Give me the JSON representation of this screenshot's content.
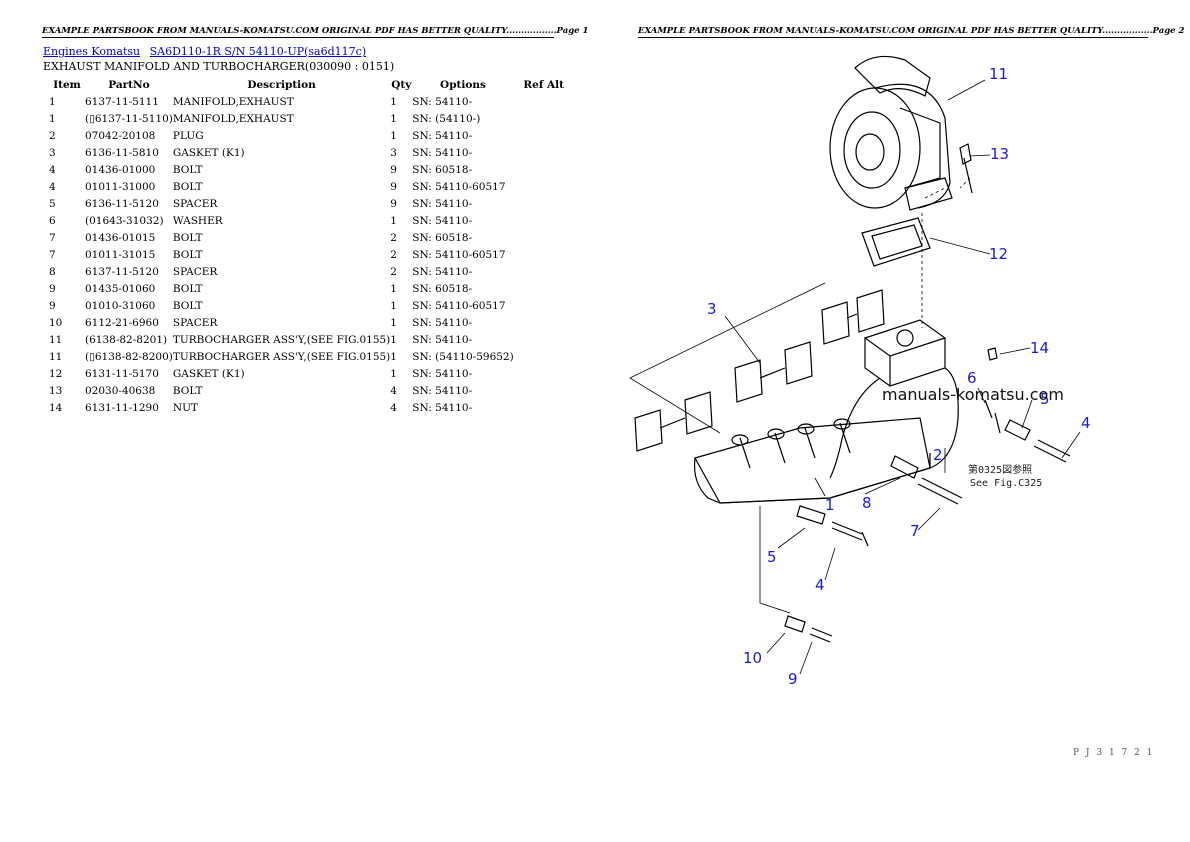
{
  "header": {
    "page1": "EXAMPLE PARTSBOOK FROM MANUALS-KOMATSU.COM ORIGINAL PDF HAS BETTER QUALITY.................Page 1",
    "page2": "EXAMPLE PARTSBOOK FROM MANUALS-KOMATSU.COM ORIGINAL PDF HAS BETTER QUALITY.................Page 2"
  },
  "breadcrumb": {
    "link1": "Engines Komatsu",
    "link2": "SA6D110-1R S/N 54110-UP(sa6d117c)"
  },
  "subtitle": "EXHAUST MANIFOLD AND TURBOCHARGER(030090 : 0151)",
  "table": {
    "headers": [
      "Item",
      "PartNo",
      "Description",
      "Qty",
      "Options",
      "Ref Alt"
    ],
    "rows": [
      [
        "1",
        "6137-11-5111",
        "MANIFOLD,EXHAUST",
        "1",
        "SN: 54110-",
        ""
      ],
      [
        "1",
        "(▯6137-11-5110)",
        "MANIFOLD,EXHAUST",
        "1",
        "SN: (54110-)",
        ""
      ],
      [
        "2",
        "07042-20108",
        "PLUG",
        "1",
        "SN: 54110-",
        ""
      ],
      [
        "3",
        "6136-11-5810",
        "GASKET (K1)",
        "3",
        "SN: 54110-",
        ""
      ],
      [
        "4",
        "01436-01000",
        "BOLT",
        "9",
        "SN: 60518-",
        ""
      ],
      [
        "4",
        "01011-31000",
        "BOLT",
        "9",
        "SN: 54110-60517",
        ""
      ],
      [
        "5",
        "6136-11-5120",
        "SPACER",
        "9",
        "SN: 54110-",
        ""
      ],
      [
        "6",
        "(01643-31032)",
        "WASHER",
        "1",
        "SN: 54110-",
        ""
      ],
      [
        "7",
        "01436-01015",
        "BOLT",
        "2",
        "SN: 60518-",
        ""
      ],
      [
        "7",
        "01011-31015",
        "BOLT",
        "2",
        "SN: 54110-60517",
        ""
      ],
      [
        "8",
        "6137-11-5120",
        "SPACER",
        "2",
        "SN: 54110-",
        ""
      ],
      [
        "9",
        "01435-01060",
        "BOLT",
        "1",
        "SN: 60518-",
        ""
      ],
      [
        "9",
        "01010-31060",
        "BOLT",
        "1",
        "SN: 54110-60517",
        ""
      ],
      [
        "10",
        "6112-21-6960",
        "SPACER",
        "1",
        "SN: 54110-",
        ""
      ],
      [
        "11",
        "(6138-82-8201)",
        "TURBOCHARGER ASS'Y,(SEE FIG.0155)",
        "1",
        "SN: 54110-",
        ""
      ],
      [
        "11",
        "(▯6138-82-8200)",
        "TURBOCHARGER ASS'Y,(SEE FIG.0155)",
        "1",
        "SN: (54110-59652)",
        ""
      ],
      [
        "12",
        "6131-11-5170",
        "GASKET (K1)",
        "1",
        "SN: 54110-",
        ""
      ],
      [
        "13",
        "02030-40638",
        "BOLT",
        "4",
        "SN: 54110-",
        ""
      ],
      [
        "14",
        "6131-11-1290",
        "NUT",
        "4",
        "SN: 54110-",
        ""
      ]
    ]
  },
  "diagram": {
    "callouts": [
      "11",
      "13",
      "12",
      "3",
      "14",
      "6",
      "5",
      "4",
      "2",
      "8",
      "1",
      "7",
      "5",
      "4",
      "10",
      "9"
    ],
    "watermark": "manuals-komatsu.com",
    "fig_note_jp": "第0325図参照",
    "fig_note_en": "See Fig.C325",
    "callout_color": "#1a1ad8"
  },
  "footer_code": "P J 3 1 7 2 1"
}
